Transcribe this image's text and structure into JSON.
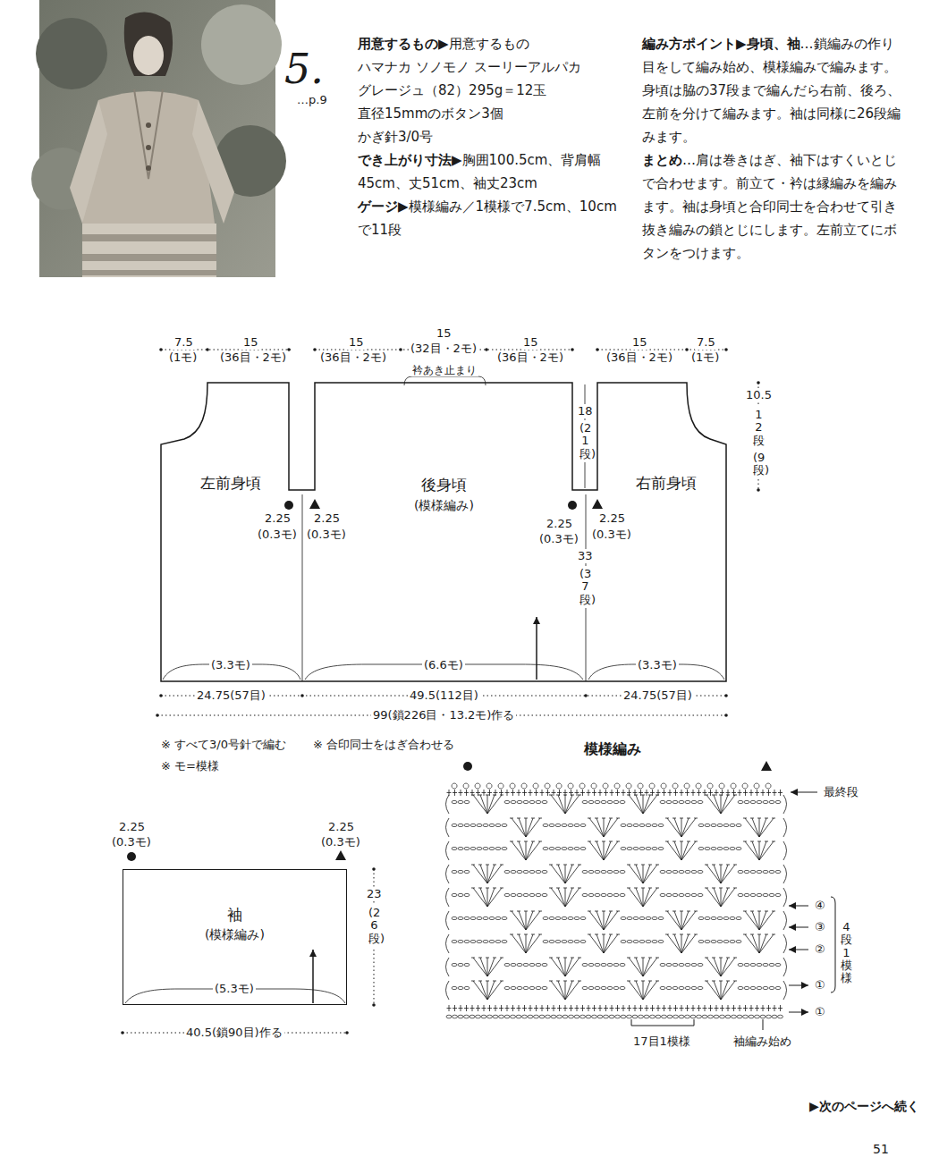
{
  "diagram": {
    "nodes": [
      {
        "text": [
          "左前身頃"
        ]
      },
      {
        "text": [
          "後身頃",
          "(模様編み)"
        ]
      },
      {
        "text": [
          "右前身頃"
        ]
      },
      {
        "text": [
          "袖",
          "(模様編み)"
        ]
      }
    ],
    "labels": [
      "5.",
      "…p.9",
      "用意するもの▶",
      "用意するもの",
      "ハマナカ ソノモノ スーリーアルパカ",
      "グレージュ（82）295g＝12玉",
      "直径15mmのボタン3個",
      "かぎ針3/0号",
      "でき上がり寸法▶",
      "胸囲100.5cm、背肩幅45cm、丈51cm、袖丈23cm",
      "ゲージ▶",
      "模様編み／1模様で7.5cm、10cmで11段",
      "編み方ポイント▶身頃、袖",
      "…鎖編みの作り目をして編み始め、模様編みで編みます。身頃は脇の37段まで編んだら右前、後ろ、左前を分けて編みます。袖は同様に26段編みます。",
      "まとめ",
      "…肩は巻きはぎ、袖下はすくいとじで合わせます。前立て・衿は縁編みを編みます。袖は身頃と合印同士を合わせて引き抜き編みの鎖とじにします。左前立てにボタンをつけます。",
      "7.5",
      "(1モ)",
      "15",
      "(36目・2モ)",
      "15",
      "(36目・2モ)",
      "15",
      "(32目・2モ)",
      "15",
      "(36目・2モ)",
      "15",
      "(36目・2モ)",
      "7.5",
      "(1モ)",
      "衿あき止まり",
      "10.5",
      "12段",
      "(9段)",
      "18",
      "(21段)",
      "33",
      "(37段)",
      "2.25",
      "(0.3モ)",
      "2.25",
      "(0.3モ)",
      "2.25",
      "(0.3モ)",
      "2.25",
      "(0.3モ)",
      "(3.3モ)",
      "(6.6モ)",
      "(3.3モ)",
      "24.75(57目)",
      "49.5(112目)",
      "24.75(57目)",
      "99(鎖226目・13.2モ)作る",
      "※ すべて3/0号針で編む",
      "※ 合印同士をはぎ合わせる",
      "※ モ=模様",
      "2.25",
      "(0.3モ)",
      "2.25",
      "(0.3モ)",
      "(5.3モ)",
      "23",
      "(26段)",
      "40.5(鎖90目)作る",
      "模様編み",
      "最終段",
      "④",
      "③",
      "②",
      "①",
      "①",
      "4段1模様",
      "17目1模様",
      "袖編み始め",
      "▶次のページへ続く",
      "51"
    ]
  }
}
